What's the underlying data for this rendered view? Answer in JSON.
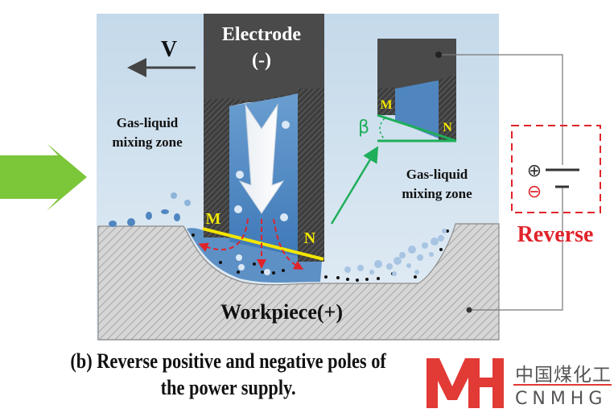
{
  "diagram": {
    "labels": {
      "velocity": "V",
      "electrode_title": "Electrode",
      "electrode_polarity": "(-)",
      "gas_liquid_left_line1": "Gas-liquid",
      "gas_liquid_left_line2": "mixing zone",
      "gas_liquid_right_line1": "Gas-liquid",
      "gas_liquid_right_line2": "mixing zone",
      "point_m": "M",
      "point_n": "N",
      "inset_point_m": "M",
      "inset_point_n": "N",
      "angle": "β",
      "workpiece": "Workpiece(+)",
      "reverse": "Reverse",
      "plus_symbol": "⊕",
      "minus_symbol": "⊖"
    },
    "caption_line1": "(b) Reverse  positive and negative poles of",
    "caption_line2": "the power supply.",
    "colors": {
      "background_liquid": "#cfe0ee",
      "electrode_dark": "#4a4a4a",
      "flow_blue": "#4f86c0",
      "highlight_yellow": "#f2e600",
      "angle_green": "#1fae5a",
      "reverse_red": "#e0232a",
      "big_arrow_green": "#7cc63a",
      "logo_red": "#e23a35"
    }
  },
  "watermark": {
    "chinese": "中国煤化工",
    "latin": "CNMHG"
  }
}
